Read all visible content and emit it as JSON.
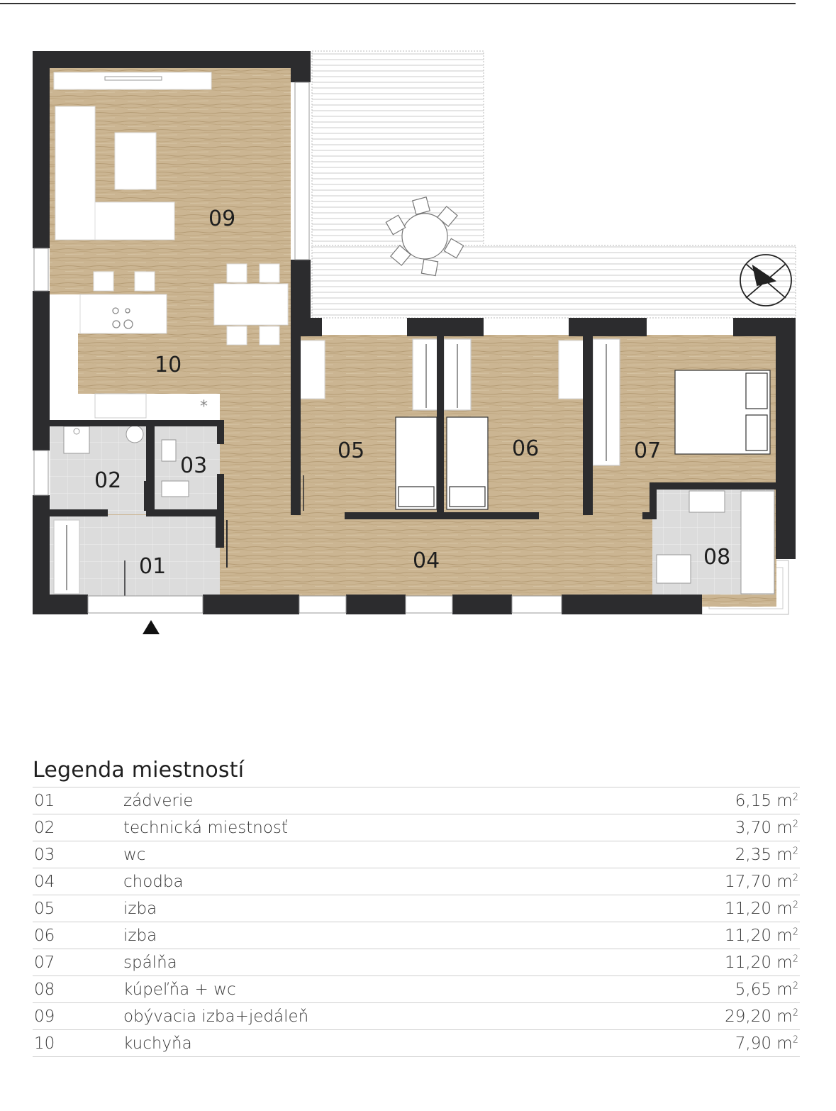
{
  "plan": {
    "room_labels": [
      "09",
      "10",
      "05",
      "06",
      "07",
      "02",
      "03",
      "01",
      "04",
      "08"
    ],
    "colors": {
      "wall": "#2c2c2e",
      "wood": "#cbb592",
      "wood_grain": "#b59c76",
      "tile": "#dcdcdc",
      "terrace_line": "#c9c9c9",
      "furniture": "#ffffff"
    },
    "icons": [
      "entrance-arrow-icon",
      "north-compass-icon",
      "hob-burners-icon",
      "sink-icon"
    ]
  },
  "legend": {
    "title": "Legenda miestností",
    "unit_sup": "2",
    "rows": [
      {
        "num": "01",
        "name": "zádverie",
        "area": "6,15 m"
      },
      {
        "num": "02",
        "name": "technická miestnosť",
        "area": "3,70 m"
      },
      {
        "num": "03",
        "name": "wc",
        "area": "2,35 m"
      },
      {
        "num": "04",
        "name": "chodba",
        "area": "17,70 m"
      },
      {
        "num": "05",
        "name": "izba",
        "area": "11,20 m"
      },
      {
        "num": "06",
        "name": "izba",
        "area": "11,20 m"
      },
      {
        "num": "07",
        "name": "spálňa",
        "area": "11,20 m"
      },
      {
        "num": "08",
        "name": "kúpeľňa + wc",
        "area": "5,65 m"
      },
      {
        "num": "09",
        "name": "obývacia izba+jedáleň",
        "area": "29,20 m"
      },
      {
        "num": "10",
        "name": "kuchyňa",
        "area": "7,90 m"
      }
    ]
  }
}
